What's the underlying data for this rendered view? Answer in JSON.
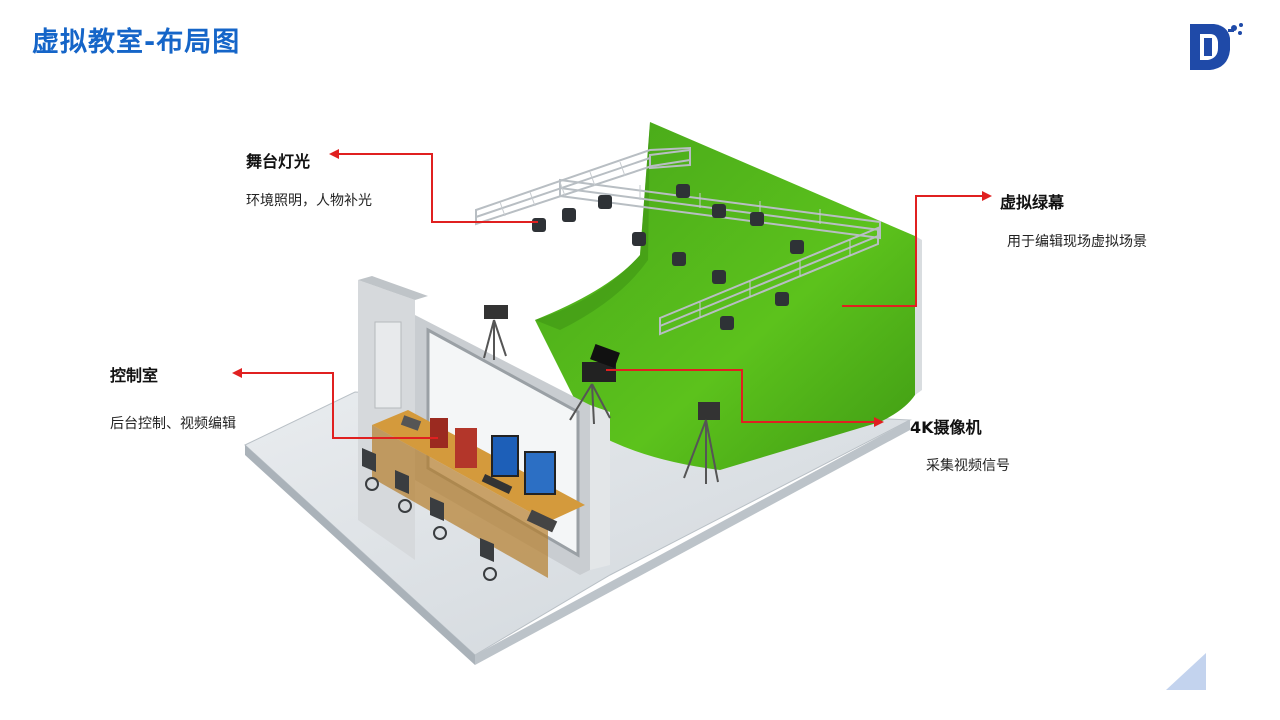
{
  "page": {
    "title": "虚拟教室-布局图"
  },
  "colors": {
    "title": "#1565c8",
    "arrow": "#e02020",
    "green_screen": "#4caf1a",
    "desk": "#d49a3c"
  },
  "annotations": {
    "stage_lighting": {
      "title": "舞台灯光",
      "desc": "环境照明，人物补光"
    },
    "green_screen": {
      "title": "虚拟绿幕",
      "desc": "用于编辑现场虚拟场景"
    },
    "control_room": {
      "title": "控制室",
      "desc": "后台控制、视频编辑"
    },
    "camera": {
      "title": "4K摄像机",
      "desc": "采集视频信号"
    }
  },
  "icons": {
    "logo": "company-logo-icon",
    "corner": "corner-triangle-decoration"
  }
}
